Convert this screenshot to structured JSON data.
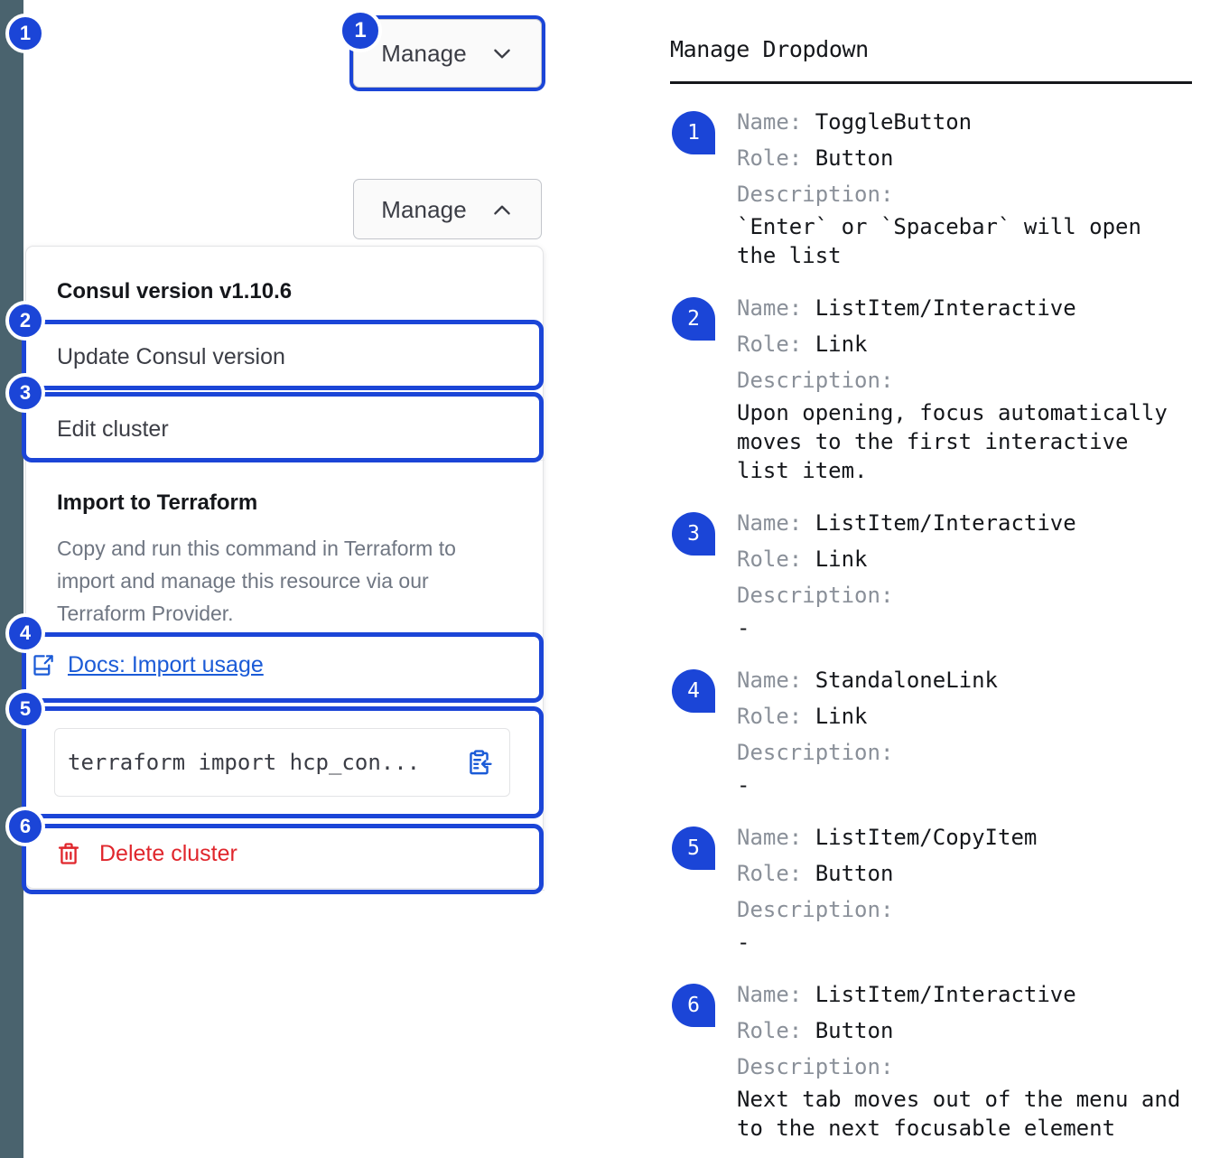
{
  "rail": {
    "color": "#4a636e"
  },
  "accent": "#1b45d7",
  "danger": "#e0262c",
  "link": "#1b5bd7",
  "buttons": {
    "manage_closed_label": "Manage",
    "manage_closed_chevron": "chevron-down-icon",
    "manage_open_label": "Manage",
    "manage_open_chevron": "chevron-up-icon"
  },
  "dropdown": {
    "version_heading": "Consul version v1.10.6",
    "update_version": "Update Consul version",
    "edit_cluster": "Edit cluster",
    "terraform_heading": "Import to Terraform",
    "terraform_description": "Copy and run this command in Terraform to import and manage this resource via our Terraform Provider.",
    "docs_link": "Docs: Import usage",
    "docs_icon": "docs-external-link-icon",
    "command": "terraform import hcp_con...",
    "copy_icon": "clipboard-copy-icon",
    "delete_label": "Delete cluster",
    "delete_icon": "trash-icon"
  },
  "markers": {
    "m1": "1",
    "m2": "2",
    "m3": "3",
    "m4": "4",
    "m5": "5",
    "m6": "6"
  },
  "panel": {
    "title": "Manage Dropdown",
    "labels": {
      "name": "Name:",
      "role": "Role:",
      "description": "Description:"
    },
    "entries": [
      {
        "num": "1",
        "name": "ToggleButton",
        "role": "Button",
        "description": "`Enter` or `Spacebar` will open\nthe list"
      },
      {
        "num": "2",
        "name": "ListItem/Interactive",
        "role": "Link",
        "description": "Upon opening, focus automatically\nmoves to the first interactive\nlist item."
      },
      {
        "num": "3",
        "name": "ListItem/Interactive",
        "role": "Link",
        "description": "-"
      },
      {
        "num": "4",
        "name": "StandaloneLink",
        "role": "Link",
        "description": "-"
      },
      {
        "num": "5",
        "name": "ListItem/CopyItem",
        "role": "Button",
        "description": "-"
      },
      {
        "num": "6",
        "name": "ListItem/Interactive",
        "role": "Button",
        "description": "Next tab moves out of the menu and\nto the next focusable element"
      }
    ]
  }
}
